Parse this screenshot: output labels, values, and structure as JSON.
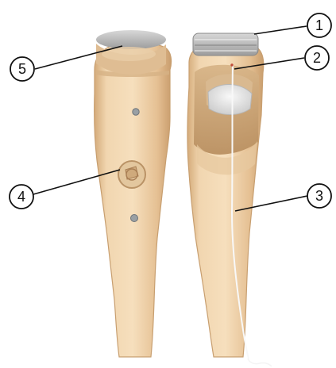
{
  "figure": {
    "callouts": [
      {
        "number": "1"
      },
      {
        "number": "2"
      },
      {
        "number": "3"
      },
      {
        "number": "4"
      },
      {
        "number": "5"
      }
    ]
  },
  "colors": {
    "skin_light": "#f0d3ab",
    "skin_mid": "#e3bd8e",
    "skin_shadow": "#cfa172",
    "metal": "#c9c9c9",
    "metal_dark": "#8e8e8e",
    "line": "#111111"
  }
}
